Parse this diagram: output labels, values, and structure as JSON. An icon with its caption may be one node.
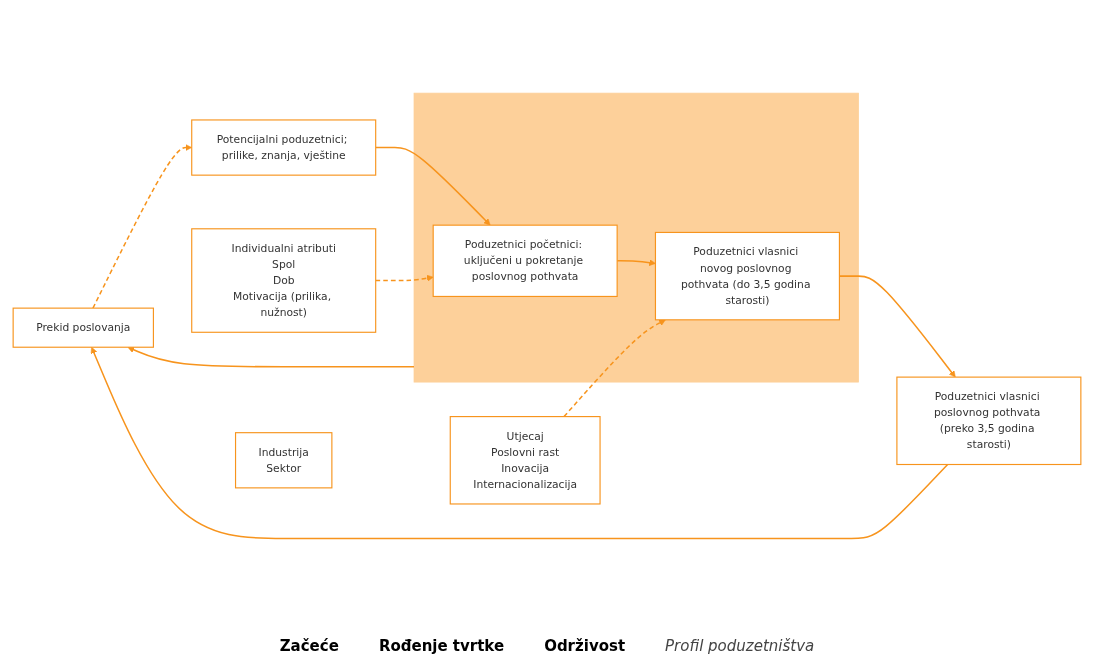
{
  "diagram": {
    "nodes": [
      {
        "text": [
          "Prekid poslovanja"
        ]
      },
      {
        "text": [
          "Potencijalni poduzetnici; prilike, znanja, vještine"
        ]
      },
      {
        "text": [],
        "shape": "box"
      },
      {
        "text": [
          "Poduzetnici početnici: uključeni u pokretanje poslovnog pothvata"
        ],
        "in": 2
      },
      {
        "text": [
          "Poduzetnici vlasnici novog poslovnog pothvata (do 3,5 godina starosti)"
        ],
        "in": 2
      },
      {
        "text": [
          "Poduzetnici vlasnici poslovnog pothvata (preko 3,5 godina starosti)"
        ]
      },
      {
        "text": [
          "Individualni atributi",
          "Spol",
          "Dob",
          "Motivacija (prilika, nužnost)"
        ]
      },
      {
        "text": [
          "Industrija",
          "Sektor"
        ]
      },
      {
        "text": [
          "Utjecaj",
          "Poslovni rast",
          "Inovacija",
          "Internacionalizacija"
        ]
      }
    ],
    "edges": [
      {
        "from": 0,
        "to": 1,
        "arrow": "to",
        "style": "dashed"
      },
      {
        "from": 1,
        "to": 3,
        "arrow": "to"
      },
      {
        "from": 3,
        "to": 4,
        "arrow": "to"
      },
      {
        "from": 4,
        "to": 5,
        "arrow": "to"
      },
      {
        "from": 2,
        "to": 0,
        "arrow": "to"
      },
      {
        "from": 5,
        "to": 0,
        "arrow": "to"
      },
      {
        "from": 6,
        "to": 3,
        "arrow": "to",
        "style": "dashed"
      },
      {
        "from": 8,
        "to": 4,
        "arrow": "to",
        "style": "dashed"
      }
    ],
    "labels": [
      "Začeće",
      "Rođenje tvrtke",
      "Održivost",
      "Profil poduzetništva"
    ]
  }
}
